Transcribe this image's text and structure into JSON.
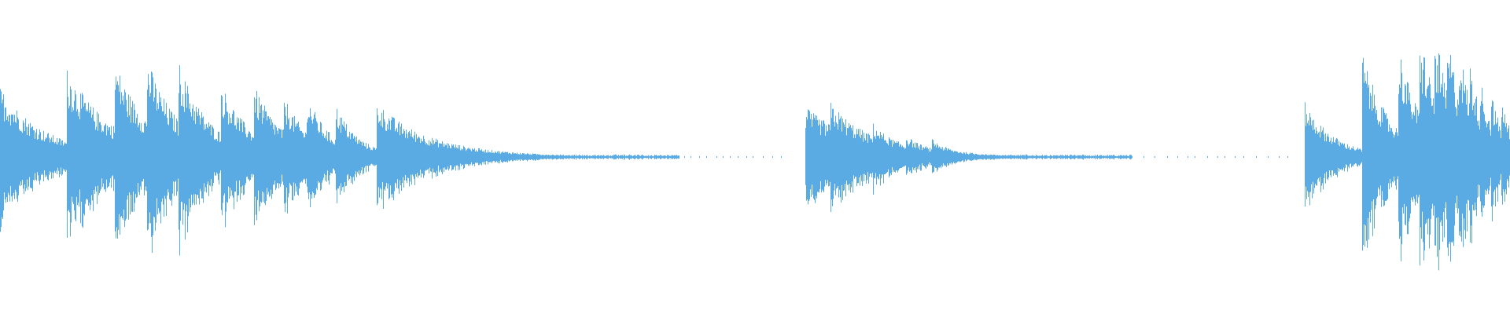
{
  "waveform": {
    "color": "#5aaae3",
    "background": "#ffffff",
    "segments": [
      {
        "start": 0.0,
        "peak": 0.45,
        "decay": 0.03
      },
      {
        "start": 0.044,
        "peak": 0.47,
        "decay": 0.03
      },
      {
        "start": 0.076,
        "peak": 0.42,
        "decay": 0.02
      },
      {
        "start": 0.097,
        "peak": 0.4,
        "decay": 0.02
      },
      {
        "start": 0.118,
        "peak": 0.38,
        "decay": 0.02
      },
      {
        "start": 0.146,
        "peak": 0.32,
        "decay": 0.02
      },
      {
        "start": 0.168,
        "peak": 0.3,
        "decay": 0.02
      },
      {
        "start": 0.188,
        "peak": 0.22,
        "decay": 0.015
      },
      {
        "start": 0.203,
        "peak": 0.24,
        "decay": 0.015
      },
      {
        "start": 0.222,
        "peak": 0.22,
        "decay": 0.015
      },
      {
        "start": 0.249,
        "peak": 0.3,
        "decay": 0.04
      },
      {
        "start": 0.533,
        "peak": 0.32,
        "decay": 0.04
      },
      {
        "start": 0.55,
        "peak": 0.14,
        "decay": 0.02
      },
      {
        "start": 0.578,
        "peak": 0.08,
        "decay": 0.01
      },
      {
        "start": 0.6,
        "peak": 0.06,
        "decay": 0.01
      },
      {
        "start": 0.617,
        "peak": 0.06,
        "decay": 0.01
      },
      {
        "start": 0.864,
        "peak": 0.35,
        "decay": 0.02
      },
      {
        "start": 0.902,
        "peak": 0.62,
        "decay": 0.018
      },
      {
        "start": 0.926,
        "peak": 0.55,
        "decay": 0.014
      },
      {
        "start": 0.94,
        "peak": 0.58,
        "decay": 0.012
      },
      {
        "start": 0.95,
        "peak": 0.46,
        "decay": 0.01
      },
      {
        "start": 0.958,
        "peak": 0.44,
        "decay": 0.01
      },
      {
        "start": 0.966,
        "peak": 0.34,
        "decay": 0.01
      },
      {
        "start": 0.973,
        "peak": 0.26,
        "decay": 0.008
      },
      {
        "start": 0.98,
        "peak": 0.22,
        "decay": 0.008
      },
      {
        "start": 0.987,
        "peak": 0.2,
        "decay": 0.008
      },
      {
        "start": 0.994,
        "peak": 0.18,
        "decay": 0.008
      }
    ],
    "noise_floor": 0.012
  }
}
